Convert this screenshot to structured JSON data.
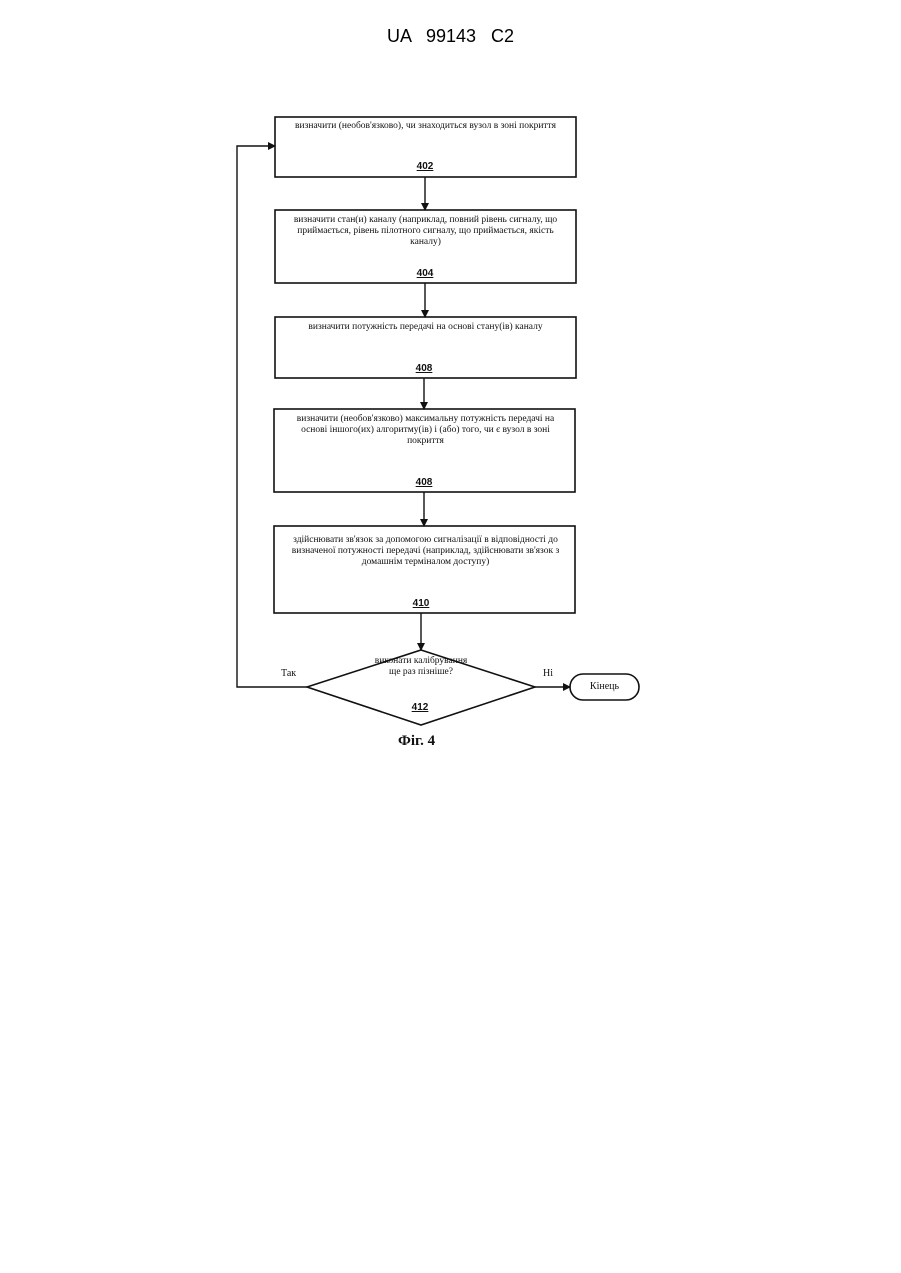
{
  "header": {
    "doc_number": "UA 99143 C2"
  },
  "steps": [
    {
      "text": "визначити (необов'язково), чи знаходиться вузол в зоні покриття",
      "ref": "402"
    },
    {
      "text": "визначити стан(и) каналу (наприклад, повний рівень сигналу, що приймається, рівень пілотного сигналу, що приймається, якість каналу)",
      "ref": "404"
    },
    {
      "text": "визначити потужність передачі на основі стану(ів) каналу",
      "ref": "408"
    },
    {
      "text": "визначити (необов'язково) максимальну потужність передачі на основі іншого(их) алгоритму(ів) і (або) того, чи є вузол в зоні покриття",
      "ref": "408"
    },
    {
      "text": "здійснювати зв'язок за допомогою сигналізації в відповідності до визначеної потужності передачі (наприклад, здійснювати зв'язок з домашнім терміналом доступу)",
      "ref": "410"
    }
  ],
  "decision": {
    "text": "виконати калібрування ще раз пізніше?",
    "ref": "412",
    "yes_label": "Так",
    "no_label": "Ні"
  },
  "end": {
    "label": "Кінець"
  },
  "figure_caption": "Фіг. 4"
}
